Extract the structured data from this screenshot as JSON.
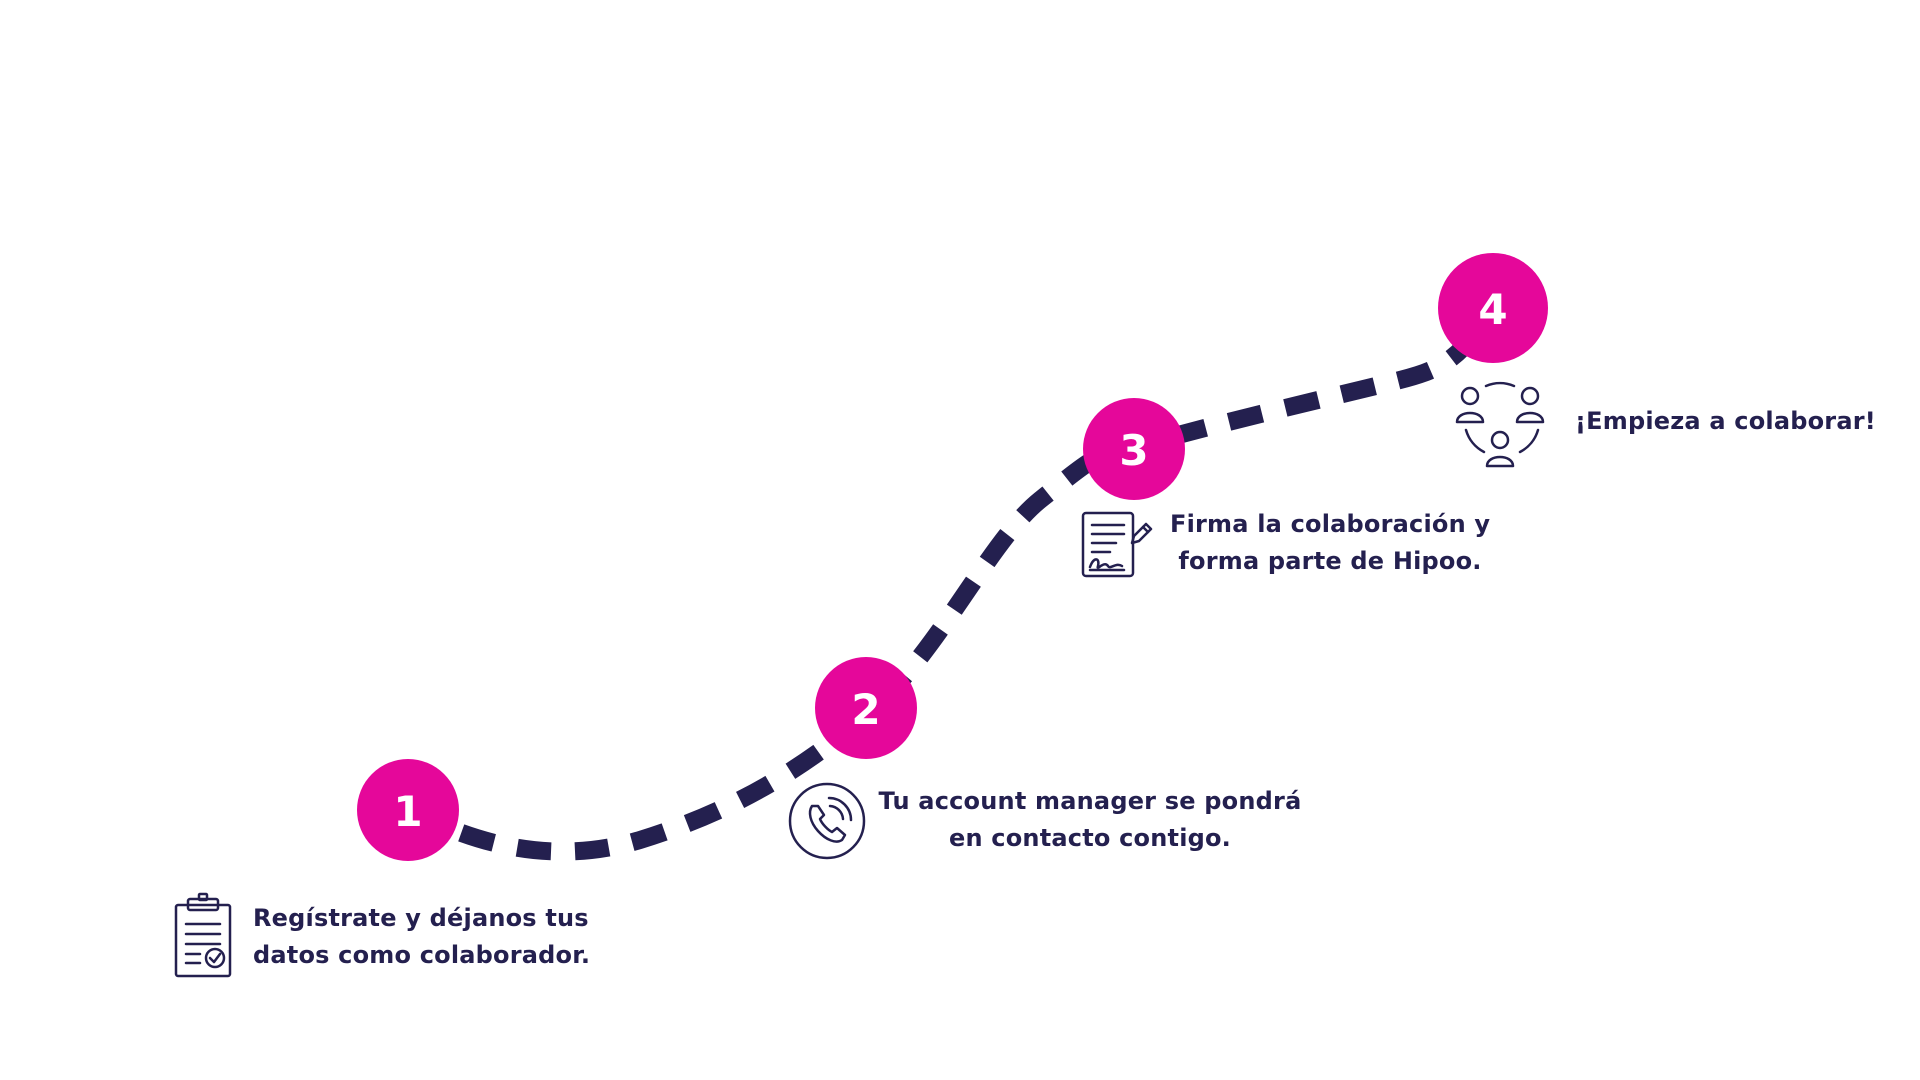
{
  "colors": {
    "path": "#24204f",
    "marker": "#e5079a",
    "marker_text": "#ffffff",
    "text": "#24204f"
  },
  "steps": [
    {
      "number": "1",
      "icon": "clipboard-check-icon",
      "line1": "Regístrate y déjanos tus",
      "line2": "datos como colaborador."
    },
    {
      "number": "2",
      "icon": "phone-call-icon",
      "line1": "Tu account manager se pondrá",
      "line2": "en contacto contigo."
    },
    {
      "number": "3",
      "icon": "signed-document-icon",
      "line1": "Firma la colaboración y",
      "line2": "forma parte de Hipoo."
    },
    {
      "number": "4",
      "icon": "team-network-icon",
      "line1": "¡Empieza a colaborar!"
    }
  ]
}
